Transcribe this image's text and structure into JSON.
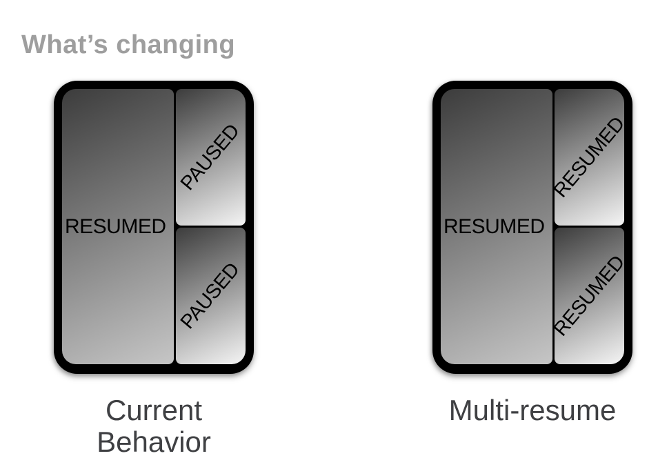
{
  "slide": {
    "title": "What’s changing"
  },
  "devices": [
    {
      "caption": "Current Behavior",
      "left_pane_label": "RESUMED",
      "top_right_pane_label": "PAUSED",
      "bottom_right_pane_label": "PAUSED"
    },
    {
      "caption": "Multi-resume",
      "left_pane_label": "RESUMED",
      "top_right_pane_label": "RESUMED",
      "bottom_right_pane_label": "RESUMED"
    }
  ],
  "colors": {
    "background": "#ffffff",
    "title_text": "#9e9e9e",
    "caption_text": "#3f4043",
    "device_frame": "#000000",
    "pane_gradient_start": "#3c3c3c",
    "main_pane_gradient_end": "#c6c6c6",
    "side_pane_gradient_end": "#f5f5f5",
    "pane_label_text": "#000000"
  }
}
